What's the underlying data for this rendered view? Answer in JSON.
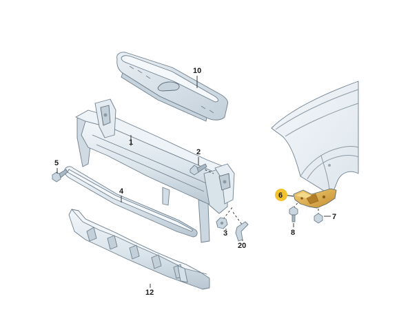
{
  "callouts": [
    {
      "id": "p1",
      "label": "1"
    },
    {
      "id": "p2",
      "label": "2"
    },
    {
      "id": "p3",
      "label": "3"
    },
    {
      "id": "p4",
      "label": "4"
    },
    {
      "id": "p5",
      "label": "5"
    },
    {
      "id": "p6",
      "label": "6"
    },
    {
      "id": "p7",
      "label": "7"
    },
    {
      "id": "p8",
      "label": "8"
    },
    {
      "id": "p10",
      "label": "10"
    },
    {
      "id": "p12",
      "label": "12"
    },
    {
      "id": "p20",
      "label": "20"
    }
  ],
  "highlight": {
    "callout": "6",
    "color": "#f2c230"
  },
  "colors": {
    "part_fill": "#dfe8ef",
    "part_shadow": "#b9c7d2",
    "part_highlight": "#f5f8fb",
    "bracket_fill": "#e0b65a",
    "bracket_shadow": "#b8862c",
    "fender_fill": "#eef3f7"
  }
}
